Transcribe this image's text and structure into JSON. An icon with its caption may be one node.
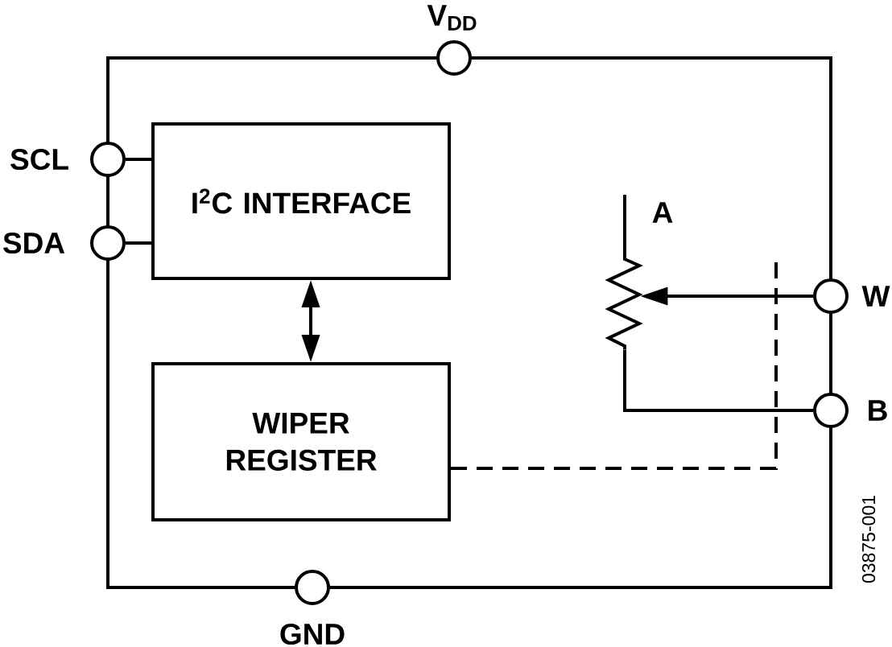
{
  "diagram": {
    "nodes": [
      {
        "text": [],
        "shape": "box"
      },
      {
        "text": [],
        "shape": "circle",
        "beside": [
          "V$_{DD}$"
        ]
      },
      {
        "text": [],
        "shape": "circle",
        "beside": [
          "SCL"
        ]
      },
      {
        "text": [],
        "shape": "circle",
        "beside": [
          "SDA"
        ]
      },
      {
        "text": [
          "I$^{2}$C INTERFACE"
        ],
        "in": 0
      },
      {
        "text": [],
        "shape": "resistor",
        "beside": [
          "A"
        ],
        "in": 0
      },
      {
        "text": [],
        "shape": "circle",
        "beside": [
          "W"
        ]
      },
      {
        "text": [
          "WIPER REGISTER"
        ],
        "in": 0
      },
      {
        "text": [],
        "shape": "circle",
        "beside": [
          "B"
        ]
      },
      {
        "text": [],
        "shape": "circle",
        "beside": [
          "GND"
        ]
      }
    ],
    "edges": [
      {
        "from": 2,
        "to": 4,
        "arrow": "none"
      },
      {
        "from": 3,
        "to": 4,
        "arrow": "none"
      },
      {
        "from": 4,
        "to": 7,
        "arrow": "both"
      },
      {
        "from": 6,
        "to": 5,
        "arrow": "to"
      },
      {
        "from": 8,
        "to": 5,
        "arrow": "none"
      },
      {
        "from": 7,
        "to": null,
        "arrow": "none",
        "style": "dashed"
      }
    ],
    "labels": [
      "03875-001"
    ]
  }
}
